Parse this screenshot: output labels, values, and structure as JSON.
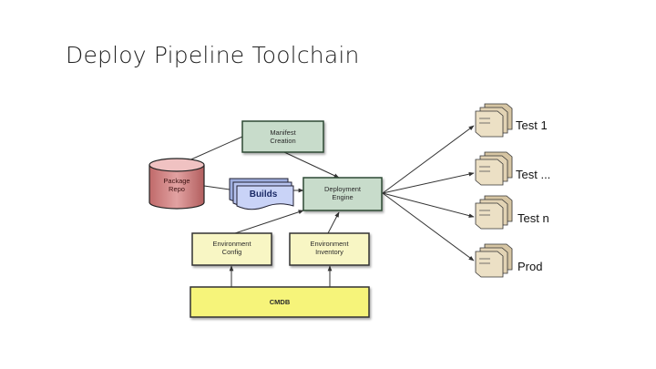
{
  "slide": {
    "title": "Deploy Pipeline Toolchain"
  },
  "nodes": {
    "manifest_creation": {
      "line1": "Manifest",
      "line2": "Creation"
    },
    "package_repo": {
      "line1": "Package",
      "line2": "Repo"
    },
    "builds": {
      "label": "Builds"
    },
    "deployment_engine": {
      "line1": "Deployment",
      "line2": "Engine"
    },
    "environment_config": {
      "line1": "Environment",
      "line2": "Config"
    },
    "environment_inventory": {
      "line1": "Environment",
      "line2": "Inventory"
    },
    "cmdb": {
      "label": "CMDB"
    }
  },
  "targets": [
    {
      "label": "Test 1",
      "icon": "server-stack-icon"
    },
    {
      "label": "Test ...",
      "icon": "server-stack-icon"
    },
    {
      "label": "Test n",
      "icon": "server-stack-icon"
    },
    {
      "label": "Prod",
      "icon": "server-stack-icon"
    }
  ],
  "colors": {
    "green_box": "#c8dccb",
    "yellow_box": "#f8f6c4",
    "cmdb_fill": "#f6f47a",
    "cylinder": "#d98b8b",
    "builds": "#b7c3ef"
  }
}
